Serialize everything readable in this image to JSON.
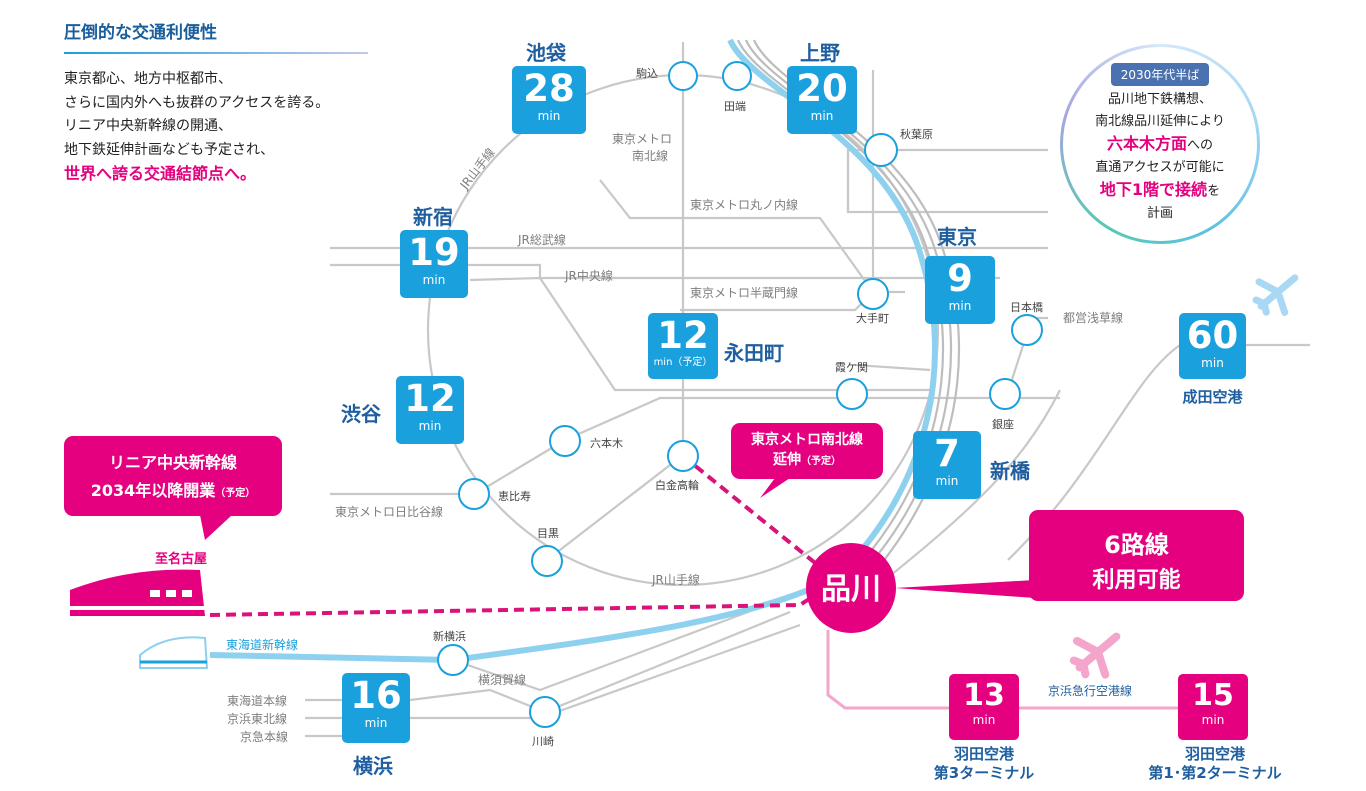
{
  "intro": {
    "title": "圧倒的な交通利便性",
    "lines": [
      "東京都心、地方中枢都市、",
      "さらに国内外へも抜群のアクセスを誇る。",
      "リニア中央新幹線の開通、",
      "地下鉄延伸計画なども予定され、"
    ],
    "highlight": "世界へ誇る交通結節点へ。"
  },
  "future_note": {
    "badge": "2030年代半ば",
    "line1": "品川地下鉄構想、",
    "line2": "南北線品川延伸により",
    "hl1": "六本木方面",
    "after_hl1": "への",
    "line4": "直通アクセスが可能に",
    "hl2": "地下1階で接続",
    "after_hl2": "を",
    "line6": "計画"
  },
  "hub": {
    "name": "品川"
  },
  "hub_callout": {
    "line1": "6路線",
    "line2": "利用可能"
  },
  "linear_callout": {
    "line1": "リニア中央新幹線",
    "line2": "2034年以降開業",
    "note": "（予定）"
  },
  "extension_callout": {
    "line1": "東京メトロ南北線",
    "line2": "延伸",
    "note": "（予定）"
  },
  "destinations": {
    "ikebukuro": {
      "name": "池袋",
      "minutes": "28",
      "unit": "min"
    },
    "ueno": {
      "name": "上野",
      "minutes": "20",
      "unit": "min"
    },
    "shinjuku": {
      "name": "新宿",
      "minutes": "19",
      "unit": "min"
    },
    "tokyo": {
      "name": "東京",
      "minutes": "9",
      "unit": "min"
    },
    "nagatacho": {
      "name": "永田町",
      "minutes": "12",
      "unit": "min（予定）"
    },
    "shibuya": {
      "name": "渋谷",
      "minutes": "12",
      "unit": "min"
    },
    "shimbashi": {
      "name": "新橋",
      "minutes": "7",
      "unit": "min"
    },
    "narita": {
      "name": "成田空港",
      "minutes": "60",
      "unit": "min"
    },
    "yokohama": {
      "name": "横浜",
      "minutes": "16",
      "unit": "min"
    },
    "haneda3": {
      "name": "羽田空港",
      "name2": "第3ターミナル",
      "minutes": "13",
      "unit": "min"
    },
    "haneda12": {
      "name": "羽田空港",
      "name2": "第1･第2ターミナル",
      "minutes": "15",
      "unit": "min"
    }
  },
  "stations": {
    "komagome": "駒込",
    "tabata": "田端",
    "akihabara": "秋葉原",
    "otemachi": "大手町",
    "nihonbashi": "日本橋",
    "kasumigaseki": "霞ケ関",
    "ginza": "銀座",
    "roppongi": "六本木",
    "shirokanetakanawa": "白金高輪",
    "ebisu": "恵比寿",
    "meguro": "目黒",
    "shinyokohama": "新横浜",
    "kawasaki": "川崎",
    "to_nagoya": "至名古屋"
  },
  "lines": {
    "yamanote_top": "JR山手線",
    "yamanote_bottom": "JR山手線",
    "sobu": "JR総武線",
    "chuo": "JR中央線",
    "namboku1": "東京メトロ",
    "namboku2": "南北線",
    "marunouchi": "東京メトロ丸ノ内線",
    "hanzomon": "東京メトロ半蔵門線",
    "asakusa": "都営浅草線",
    "hibiya": "東京メトロ日比谷線",
    "tokaido_shinkansen": "東海道新幹線",
    "yokosuka": "横須賀線",
    "tokaido": "東海道本線",
    "keihin_tohoku": "京浜東北線",
    "keikyu": "京急本線",
    "keikyu_airport": "京浜急行空港線"
  },
  "colors": {
    "accent_blue": "#1aa0dc",
    "magenta": "#e4007f",
    "line_gray": "#c8c8c8",
    "light_blue": "#8ed1ef",
    "light_pink": "#f3a5cc",
    "title_navy": "#1f5f9f"
  },
  "icons": [
    "plane-icon",
    "linear-train-icon",
    "shinkansen-icon"
  ]
}
